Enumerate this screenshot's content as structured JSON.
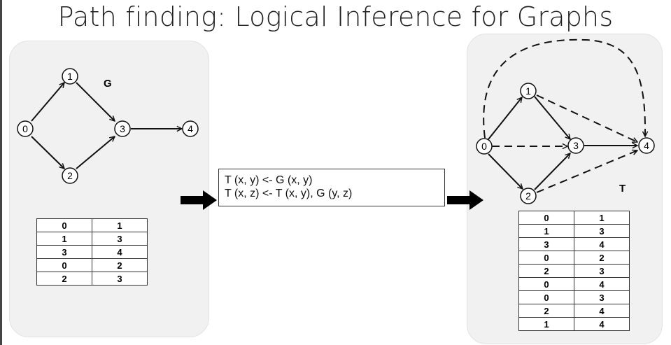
{
  "title": "Path finding: Logical Inference for Graphs",
  "input_graph": {
    "label": "G",
    "nodes": [
      "0",
      "1",
      "2",
      "3",
      "4"
    ],
    "edges": [
      [
        "0",
        "1"
      ],
      [
        "1",
        "3"
      ],
      [
        "3",
        "4"
      ],
      [
        "0",
        "2"
      ],
      [
        "2",
        "3"
      ]
    ],
    "table": [
      [
        "0",
        "1"
      ],
      [
        "1",
        "3"
      ],
      [
        "3",
        "4"
      ],
      [
        "0",
        "2"
      ],
      [
        "2",
        "3"
      ]
    ]
  },
  "rules": [
    "T (x, y) <- G (x, y)",
    "T (x, z) <- T (x, y), G (y, z)"
  ],
  "output_graph": {
    "label": "T",
    "nodes": [
      "0",
      "1",
      "2",
      "3",
      "4"
    ],
    "solid_edges": [
      [
        "0",
        "1"
      ],
      [
        "1",
        "3"
      ],
      [
        "3",
        "4"
      ],
      [
        "0",
        "2"
      ],
      [
        "2",
        "3"
      ]
    ],
    "dashed_edges": [
      [
        "0",
        "4"
      ],
      [
        "0",
        "3"
      ],
      [
        "2",
        "4"
      ],
      [
        "1",
        "4"
      ]
    ],
    "table": [
      [
        "0",
        "1"
      ],
      [
        "1",
        "3"
      ],
      [
        "3",
        "4"
      ],
      [
        "0",
        "2"
      ],
      [
        "2",
        "3"
      ],
      [
        "0",
        "4"
      ],
      [
        "0",
        "3"
      ],
      [
        "2",
        "4"
      ],
      [
        "1",
        "4"
      ]
    ]
  }
}
